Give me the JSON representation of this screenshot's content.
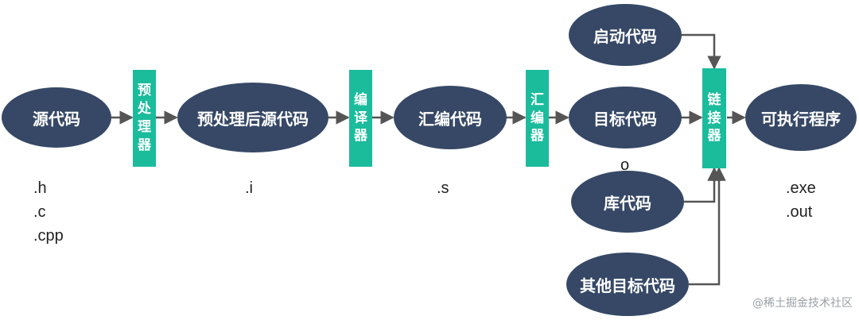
{
  "colors": {
    "ellipse": "#364866",
    "box": "#1abc9c",
    "line": "#555555"
  },
  "nodes": {
    "source": "源代码",
    "preprocessed": "预处理后源代码",
    "assembly": "汇编代码",
    "object": "目标代码",
    "startup": "启动代码",
    "library": "库代码",
    "other_object": "其他目标代码",
    "executable": "可执行程序"
  },
  "tools": {
    "preprocessor": [
      "预",
      "处",
      "理",
      "器"
    ],
    "compiler": [
      "编",
      "译",
      "器"
    ],
    "assembler": [
      "汇",
      "编",
      "器"
    ],
    "linker": [
      "链",
      "接",
      "器"
    ]
  },
  "extensions": {
    "source": [
      ".h",
      ".c",
      ".cpp"
    ],
    "preprocessed": [
      ".i"
    ],
    "assembly": [
      ".s"
    ],
    "object": [
      "o"
    ],
    "executable": [
      ".exe",
      ".out"
    ]
  },
  "watermark": "@稀土掘金技术社区"
}
